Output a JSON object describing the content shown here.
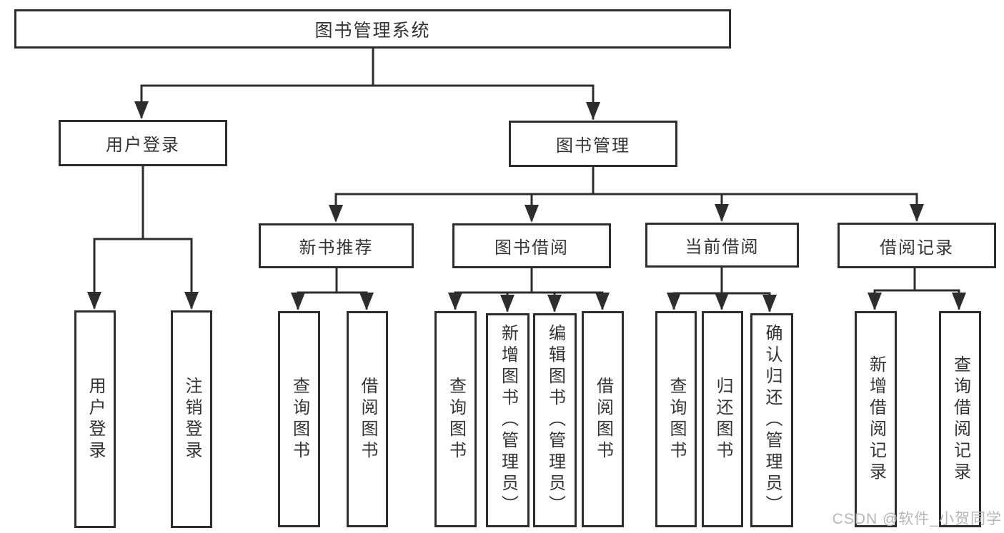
{
  "root": {
    "label": "图书管理系统"
  },
  "user_login": {
    "label": "用户登录",
    "children": [
      {
        "label": "用户登录"
      },
      {
        "label": "注销登录"
      }
    ]
  },
  "book_mgmt": {
    "label": "图书管理",
    "sections": [
      {
        "label": "新书推荐",
        "children": [
          {
            "label": "查询图书"
          },
          {
            "label": "借阅图书"
          }
        ]
      },
      {
        "label": "图书借阅",
        "children": [
          {
            "label": "查询图书"
          },
          {
            "label": "新增图书（管理员）"
          },
          {
            "label": "编辑图书（管理员）"
          },
          {
            "label": "借阅图书"
          }
        ]
      },
      {
        "label": "当前借阅",
        "children": [
          {
            "label": "查询图书"
          },
          {
            "label": "归还图书"
          },
          {
            "label": "确认归还（管理员）"
          }
        ]
      },
      {
        "label": "借阅记录",
        "children": [
          {
            "label": "新增借阅记录"
          },
          {
            "label": "查询借阅记录"
          }
        ]
      }
    ]
  },
  "watermark": "CSDN @软件_小贺同学",
  "colors": {
    "line": "#2d2d2d",
    "text": "#333333",
    "watermark": "#b6b6b6",
    "background": "#ffffff"
  }
}
